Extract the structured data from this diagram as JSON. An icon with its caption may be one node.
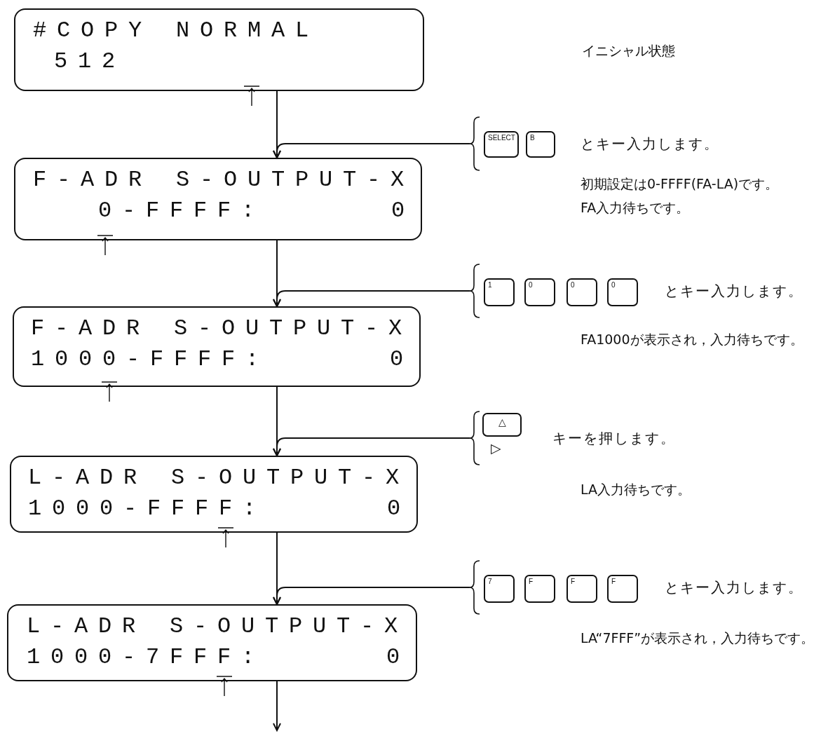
{
  "diagram": {
    "nodes": [
      {
        "text": [
          "#COPY NORMAL",
          "512"
        ]
      },
      {
        "text": [
          "とキー入力します。"
        ]
      },
      {
        "text": [
          "SELECT"
        ],
        "in": 1
      },
      {
        "text": [
          "B"
        ],
        "in": 1
      },
      {
        "text": [
          "F-ADR S-OUTPUT-X",
          "0-FFFF:",
          "0"
        ]
      },
      {
        "text": [
          "とキー入力します。"
        ]
      },
      {
        "text": [
          "1"
        ],
        "in": 5
      },
      {
        "text": [
          "0"
        ],
        "in": 5
      },
      {
        "text": [
          "0"
        ],
        "in": 5
      },
      {
        "text": [
          "0"
        ],
        "in": 5
      },
      {
        "text": [
          "F-ADR S-OUTPUT-X",
          "1000-FFFF:",
          "0"
        ]
      },
      {
        "text": [
          "キーを押します。"
        ]
      },
      {
        "text": [
          "△"
        ],
        "in": 11,
        "beside": [
          "▷"
        ]
      },
      {
        "text": [
          "L-ADR S-OUTPUT-X",
          "1000-FFFF:",
          "0"
        ]
      },
      {
        "text": [
          "とキー入力します。"
        ]
      },
      {
        "text": [
          "7"
        ],
        "in": 14
      },
      {
        "text": [
          "F"
        ],
        "in": 14
      },
      {
        "text": [
          "F"
        ],
        "in": 14
      },
      {
        "text": [
          "F"
        ],
        "in": 14
      },
      {
        "text": [
          "L-ADR S-OUTPUT-X",
          "1000-7FFF:",
          "0"
        ]
      }
    ],
    "edges": [
      {
        "from": 0,
        "to": 4,
        "arrow": "to"
      },
      {
        "from": 1,
        "to": 4,
        "arrow": "to"
      },
      {
        "from": 4,
        "to": 10,
        "arrow": "to"
      },
      {
        "from": 5,
        "to": 10,
        "arrow": "to"
      },
      {
        "from": 10,
        "to": 13,
        "arrow": "to"
      },
      {
        "from": 11,
        "to": 13,
        "arrow": "to"
      },
      {
        "from": 13,
        "to": 19,
        "arrow": "to"
      },
      {
        "from": 14,
        "to": 19,
        "arrow": "to"
      },
      {
        "from": 19,
        "to": null,
        "arrow": "to"
      }
    ],
    "labels": [
      "イニシャル状態",
      "初期設定は0-FFFF(FA-LA)です。",
      "FA入力待ちです。",
      "FA1000が表示され，入力待ちです。",
      "LA入力待ちです。",
      "LA“7FFF”が表示され，入力待ちです。"
    ]
  }
}
